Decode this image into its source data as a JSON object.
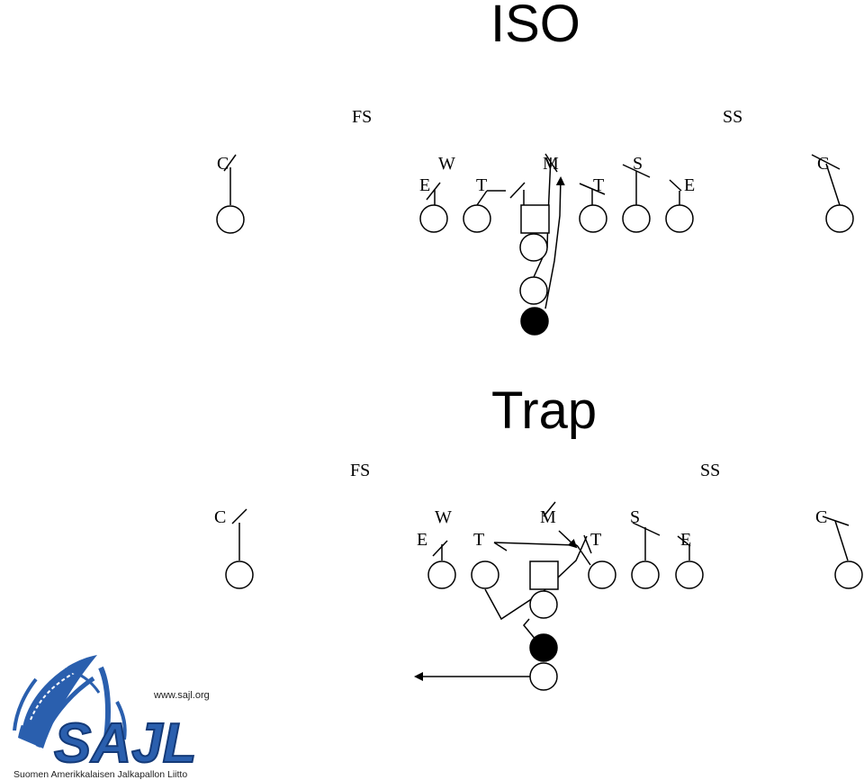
{
  "iso": {
    "title": "ISO",
    "defense": {
      "fs": "FS",
      "ss": "SS",
      "c_left": "C",
      "w": "W",
      "m": "M",
      "s": "S",
      "c_right": "C",
      "e_left": "E",
      "t_left": "T",
      "t_right": "T",
      "e_right": "E"
    }
  },
  "trap": {
    "title": "Trap",
    "defense": {
      "fs": "FS",
      "ss": "SS",
      "c_left": "C",
      "w": "W",
      "m": "M",
      "s": "S",
      "c_right": "C",
      "e_left": "E",
      "t_left": "T",
      "t_right": "T",
      "e_right": "E"
    }
  },
  "logo": {
    "url": "www.sajl.org",
    "name": "SAJL",
    "tagline": "Suomen Amerikkalaisen Jalkapallon Liitto",
    "colors": {
      "primary": "#2a5fae",
      "dark": "#143a78"
    }
  },
  "colors": {
    "ink": "#000000",
    "background": "#ffffff"
  }
}
